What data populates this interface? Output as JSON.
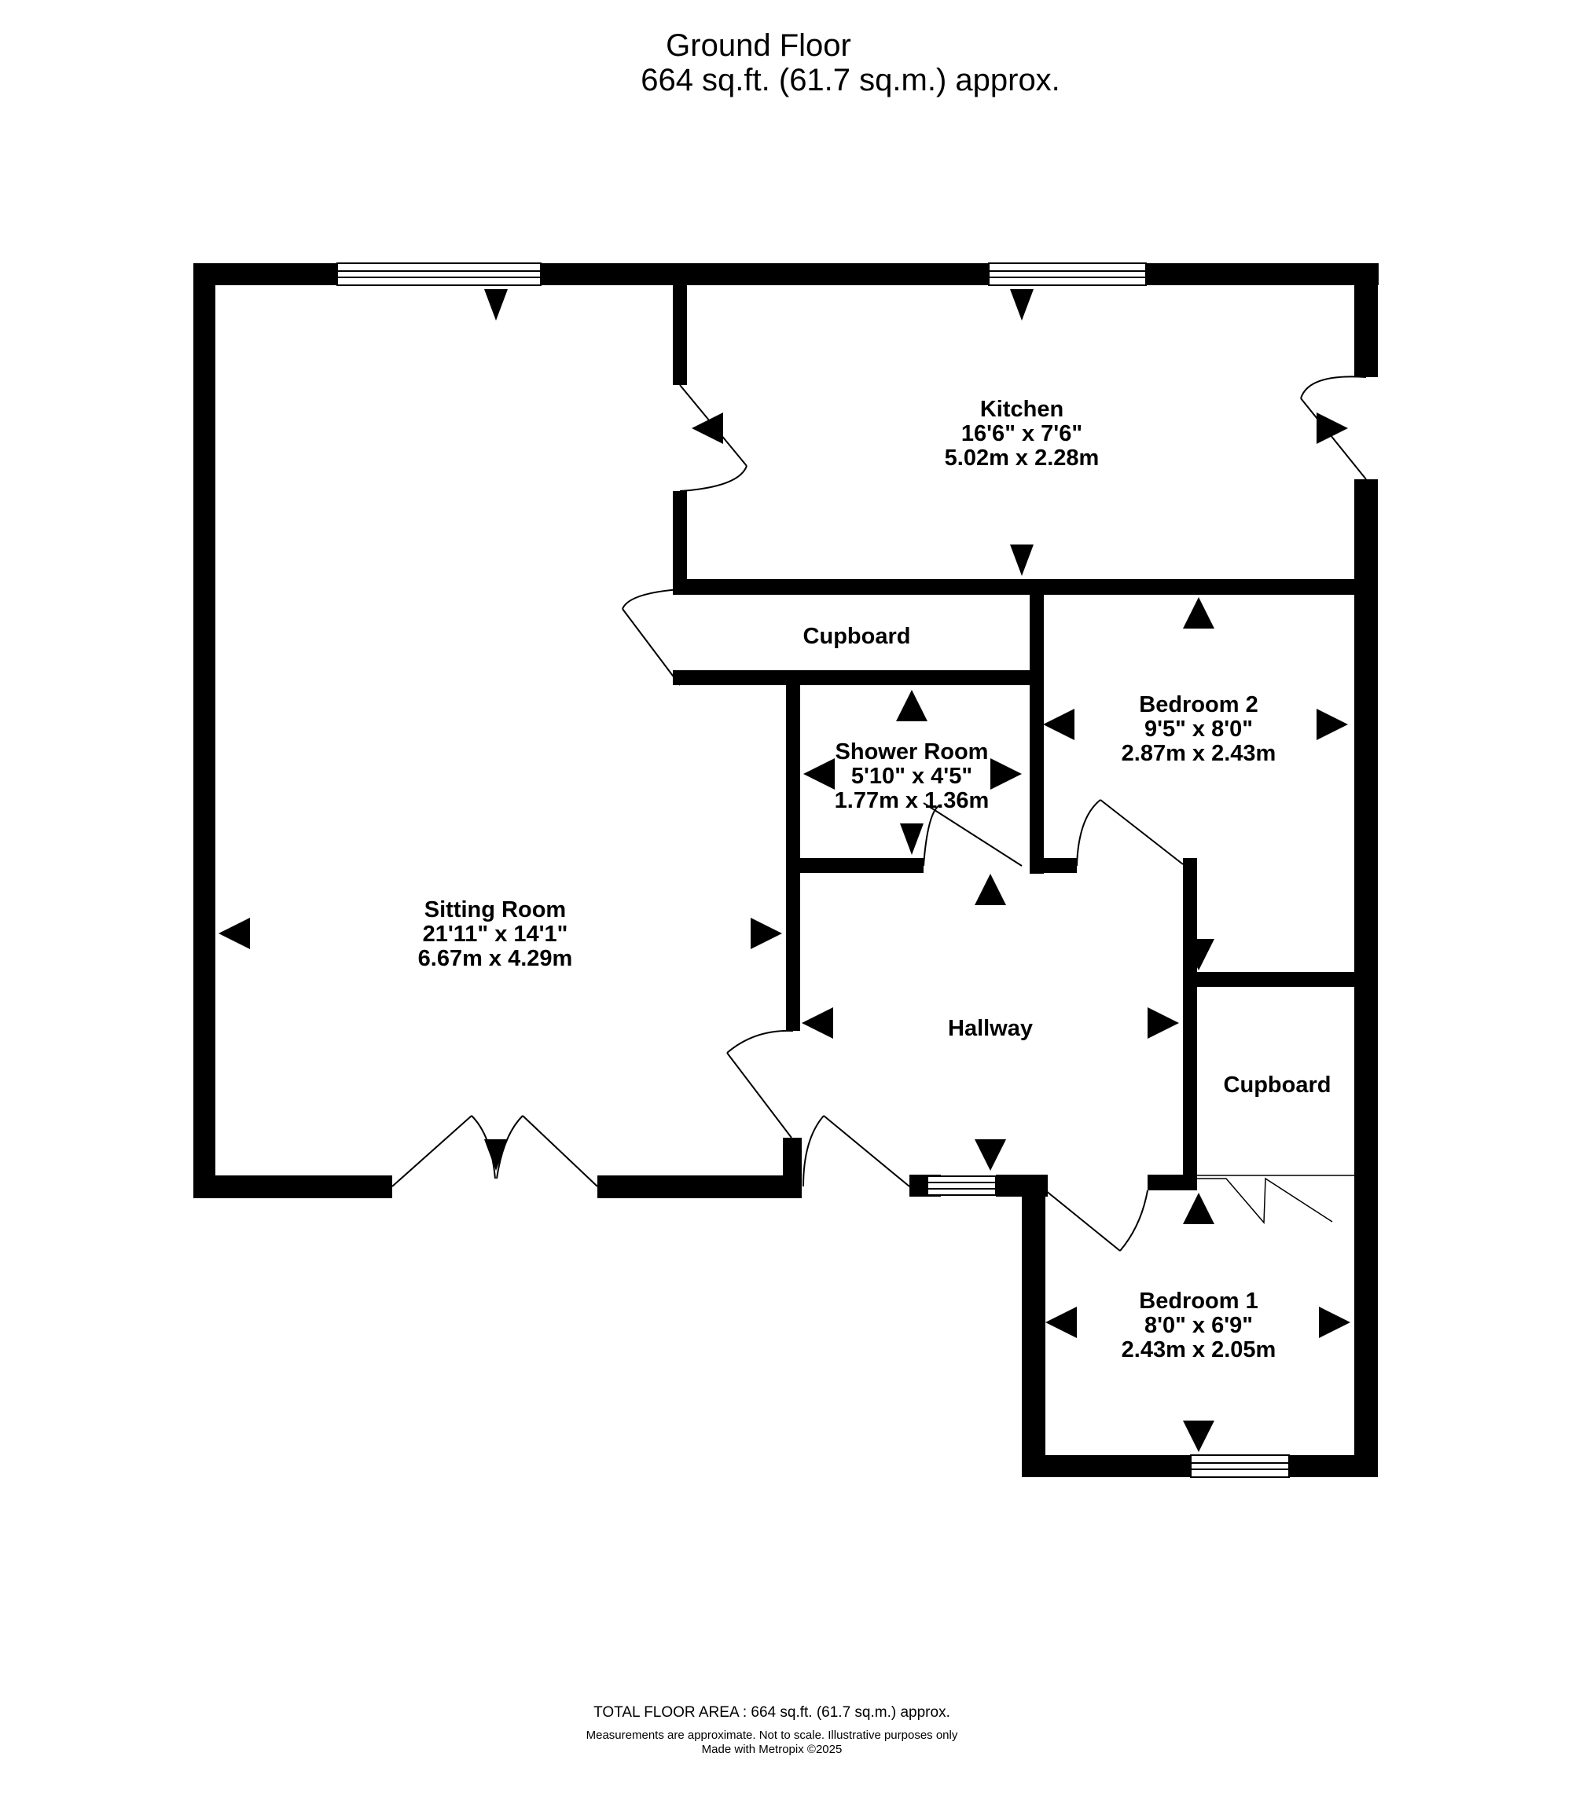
{
  "header": {
    "floor": "Ground Floor",
    "area": "664 sq.ft. (61.7 sq.m.) approx."
  },
  "rooms": {
    "kitchen": {
      "name": "Kitchen",
      "imperial": "16'6\"  x 7'6\"",
      "metric": "5.02m  x 2.28m"
    },
    "cupboard_top": {
      "name": "Cupboard"
    },
    "bedroom2": {
      "name": "Bedroom 2",
      "imperial": "9'5\"  x 8'0\"",
      "metric": "2.87m  x 2.43m"
    },
    "shower": {
      "name": "Shower Room",
      "imperial": "5'10\"  x 4'5\"",
      "metric": "1.77m  x 1.36m"
    },
    "sitting": {
      "name": "Sitting Room",
      "imperial": "21'11\"  x 14'1\"",
      "metric": "6.67m  x 4.29m"
    },
    "hallway": {
      "name": "Hallway"
    },
    "cupboard_right": {
      "name": "Cupboard"
    },
    "bedroom1": {
      "name": "Bedroom 1",
      "imperial": "8'0\"  x 6'9\"",
      "metric": "2.43m  x 2.05m"
    }
  },
  "footer": {
    "total": "TOTAL FLOOR AREA : 664 sq.ft. (61.7 sq.m.) approx.",
    "disclaimer": "Measurements are approximate.  Not to scale.  Illustrative purposes only",
    "credit": "Made with Metropix ©2025"
  }
}
